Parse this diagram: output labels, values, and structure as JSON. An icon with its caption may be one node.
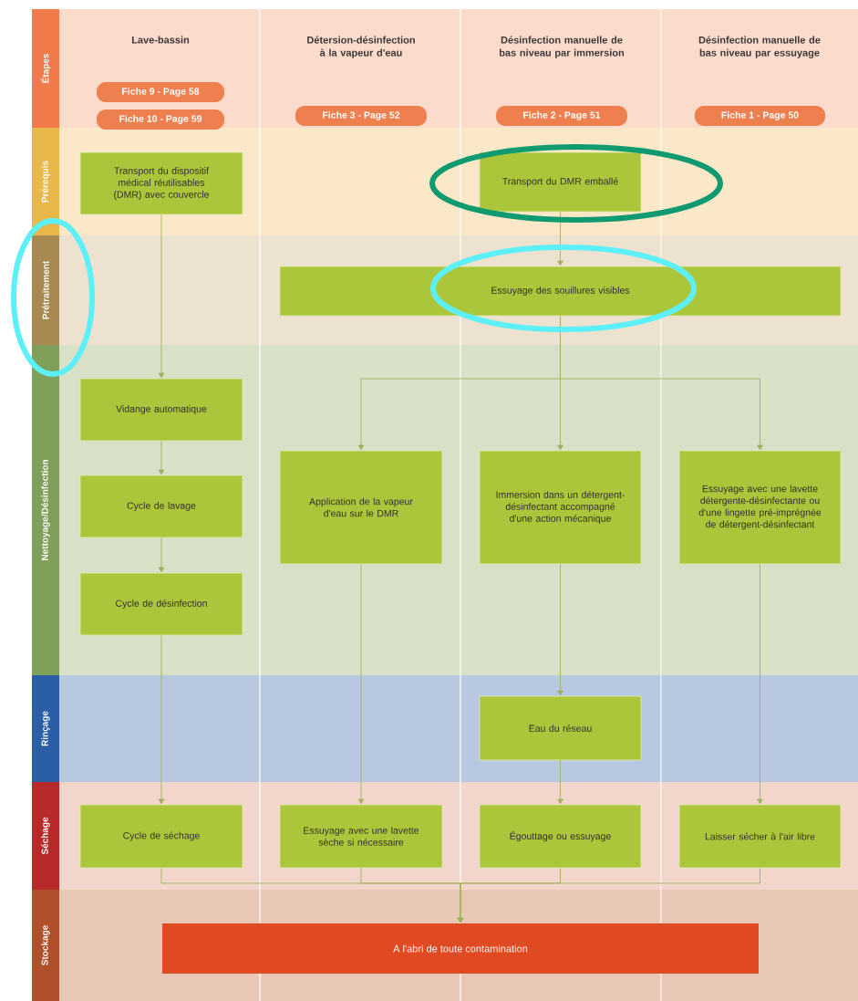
{
  "diagram": {
    "nodes": [
      {
        "text": [
          "Étapes"
        ]
      },
      {
        "text": [
          "Prérequis"
        ]
      },
      {
        "text": [
          "Prétraitement"
        ]
      },
      {
        "text": [
          "Nettoyage/Désinfection"
        ]
      },
      {
        "text": [
          "Rinçage"
        ]
      },
      {
        "text": [
          "Séchage"
        ]
      },
      {
        "text": [
          "Stockage"
        ]
      },
      {
        "text": [
          "Fiche 9 - Page 58"
        ]
      },
      {
        "text": [
          "Fiche 10 - Page 59"
        ]
      },
      {
        "text": [
          "Fiche 3 - Page 52"
        ]
      },
      {
        "text": [
          "Fiche 2 - Page 51"
        ]
      },
      {
        "text": [
          "Fiche 1 - Page 50"
        ]
      },
      {
        "text": [
          "Transport du dispositif médical réutilisables (DMR) avec couvercle"
        ]
      },
      {
        "text": [
          "Transport du DMR emballé"
        ]
      },
      {
        "text": [
          "Essuyage des souillures visibles"
        ]
      },
      {
        "text": [
          "Vidange automatique"
        ]
      },
      {
        "text": [
          "Cycle de lavage"
        ]
      },
      {
        "text": [
          "Cycle de désinfection"
        ]
      },
      {
        "text": [
          "Application de la vapeur d'eau sur le DMR"
        ]
      },
      {
        "text": [
          "Immersion dans un détergent-désinfectant accompagné d'une action mécanique"
        ]
      },
      {
        "text": [
          "Essuyage avec une lavette détergente-désinfectante ou d'une lingette pré-imprégnée de détergent-désinfectant"
        ]
      },
      {
        "text": [
          "Eau du réseau"
        ]
      },
      {
        "text": [
          "Cycle de séchage"
        ]
      },
      {
        "text": [
          "Essuyage avec une lavette sèche si nécessaire"
        ]
      },
      {
        "text": [
          "Égouttage ou essuyage"
        ]
      },
      {
        "text": [
          "Laisser sécher à l'air libre"
        ]
      },
      {
        "text": [
          "A l'abri de toute contamination"
        ]
      }
    ],
    "edges": [
      {
        "from": 12,
        "to": 15,
        "arrow": "to"
      },
      {
        "from": 15,
        "to": 16,
        "arrow": "to"
      },
      {
        "from": 16,
        "to": 17,
        "arrow": "to"
      },
      {
        "from": 17,
        "to": 22,
        "arrow": "to"
      },
      {
        "from": 13,
        "to": 14,
        "arrow": "to"
      },
      {
        "from": 14,
        "to": 18,
        "arrow": "to"
      },
      {
        "from": 14,
        "to": 19,
        "arrow": "to"
      },
      {
        "from": 14,
        "to": 20,
        "arrow": "to"
      },
      {
        "from": 18,
        "to": 23,
        "arrow": "to"
      },
      {
        "from": 19,
        "to": 21,
        "arrow": "to"
      },
      {
        "from": 21,
        "to": 24,
        "arrow": "to"
      },
      {
        "from": 20,
        "to": 25,
        "arrow": "to"
      },
      {
        "from": 22,
        "to": 26,
        "arrow": "to"
      },
      {
        "from": 23,
        "to": 26,
        "arrow": "to"
      },
      {
        "from": 24,
        "to": 26,
        "arrow": "to"
      },
      {
        "from": 25,
        "to": 26,
        "arrow": "to"
      }
    ],
    "labels": [
      "Lave-bassin",
      "Détersion-désinfection à la vapeur d'eau",
      "Désinfection manuelle de bas niveau par immersion",
      "Désinfection manuelle de bas niveau par essuyage"
    ]
  }
}
